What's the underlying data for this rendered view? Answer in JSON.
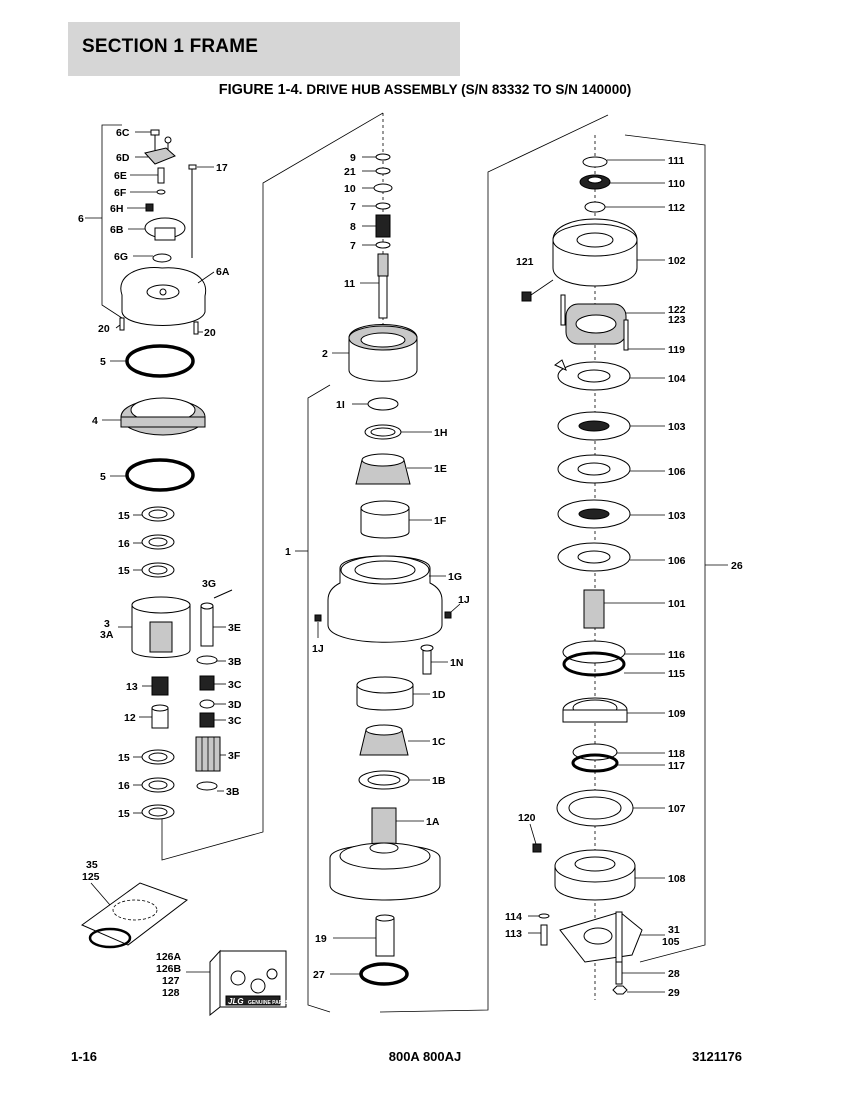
{
  "header": {
    "section_title": "SECTION 1  FRAME"
  },
  "figure": {
    "number": "FIGURE 1-4.",
    "title": "DRIVE HUB ASSEMBLY (S/N 83332 TO S/N 140000)"
  },
  "callouts": {
    "c6C": "6C",
    "c6D": "6D",
    "c6E": "6E",
    "c6F": "6F",
    "c6H": "6H",
    "c6B": "6B",
    "c6G": "6G",
    "c6": "6",
    "c17": "17",
    "c6A": "6A",
    "c20a": "20",
    "c20b": "20",
    "c5a": "5",
    "c4": "4",
    "c5b": "5",
    "c15a": "15",
    "c16a": "16",
    "c15b": "15",
    "c3G": "3G",
    "c3": "3",
    "c3A": "3A",
    "c3E": "3E",
    "c3Ba": "3B",
    "c13": "13",
    "c3Ca": "3C",
    "c3D": "3D",
    "c12": "12",
    "c3Cb": "3C",
    "c15c": "15",
    "c3F": "3F",
    "c16b": "16",
    "c3Bb": "3B",
    "c15d": "15",
    "c35": "35",
    "c125": "125",
    "c126A": "126A",
    "c126B": "126B",
    "c127": "127",
    "c128": "128",
    "c9": "9",
    "c21": "21",
    "c10": "10",
    "c7a": "7",
    "c8": "8",
    "c7b": "7",
    "c11": "11",
    "c2": "2",
    "c1I": "1I",
    "c1H": "1H",
    "c1E": "1E",
    "c1F": "1F",
    "c1": "1",
    "c1G": "1G",
    "c1Ja": "1J",
    "c1Jb": "1J",
    "c1N": "1N",
    "c1D": "1D",
    "c1C": "1C",
    "c1B": "1B",
    "c1A": "1A",
    "c19": "19",
    "c27": "27",
    "c111": "111",
    "c110": "110",
    "c112": "112",
    "c121": "121",
    "c102": "102",
    "c122": "122",
    "c123": "123",
    "c119": "119",
    "c104": "104",
    "c103a": "103",
    "c106a": "106",
    "c103b": "103",
    "c26": "26",
    "c106b": "106",
    "c101": "101",
    "c116": "116",
    "c115": "115",
    "c109": "109",
    "c118": "118",
    "c117": "117",
    "c107": "107",
    "c120": "120",
    "c108": "108",
    "c114": "114",
    "c31": "31",
    "c113": "113",
    "c105": "105",
    "c28": "28",
    "c29": "29"
  },
  "kit_box": {
    "logo": "JLG",
    "tagline": "GENUINE PARTS"
  },
  "footer": {
    "page": "1-16",
    "model": "800A 800AJ",
    "doc_number": "3121176"
  }
}
